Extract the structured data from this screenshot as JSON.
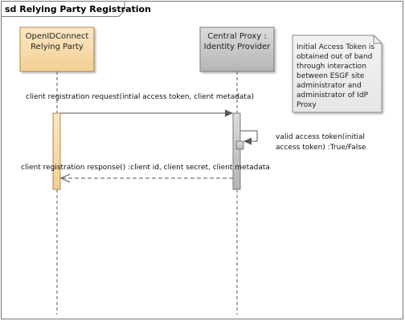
{
  "frame": {
    "title": "sd Relying Party Registration"
  },
  "lifelines": [
    {
      "id": "rp",
      "name_line1": "OpenIDConnect",
      "name_line2": "Relying Party",
      "fill": "#f8dcaa"
    },
    {
      "id": "cp",
      "name_line1": "Central Proxy :",
      "name_line2": "Identity Provider",
      "fill": "#c6c6c6"
    }
  ],
  "note": {
    "lines": [
      "Initial Access Token is",
      "obtained out of band",
      "through interaction",
      "between ESGF site",
      "administrator and",
      "administrator of IdP",
      "Proxy"
    ]
  },
  "messages": [
    {
      "id": "m1",
      "label": "client registration request(intial access token, client metadata)",
      "type": "sync"
    },
    {
      "id": "m2",
      "label_line1": "valid access token(initial",
      "label_line2": "access token) :True/False",
      "type": "self"
    },
    {
      "id": "m3",
      "label": "client registration response() :client id, client secret, client metadata",
      "type": "return"
    }
  ],
  "colors": {
    "rp_fill": "#f8dcaa",
    "cp_fill": "#c6c6c6",
    "note_fill": "#ececec",
    "line": "#595959",
    "border": "#7a7a7a"
  }
}
